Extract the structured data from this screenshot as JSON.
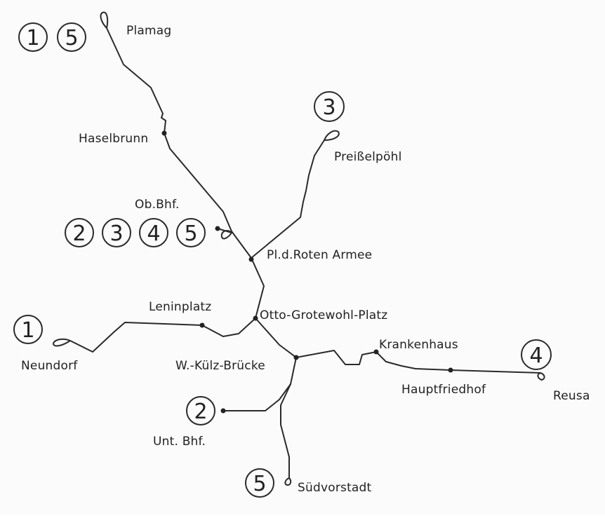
{
  "stations": {
    "plamag": "Plamag",
    "haselbrunn": "Haselbrunn",
    "preisselpoehl": "Preißelpöhl",
    "ob_bhf": "Ob.Bhf.",
    "pl_roten_armee": "Pl.d.Roten Armee",
    "leninplatz": "Leninplatz",
    "otto_grotewohl": "Otto-Grotewohl-Platz",
    "neundorf": "Neundorf",
    "kuelz_bruecke": "W.-Külz-Brücke",
    "krankenhaus": "Krankenhaus",
    "hauptfriedhof": "Hauptfriedhof",
    "reusa": "Reusa",
    "unt_bhf": "Unt. Bhf.",
    "suedvorstadt": "Südvorstadt"
  },
  "line_badges": {
    "plamag": [
      "1",
      "5"
    ],
    "preisselpoehl": [
      "3"
    ],
    "ob_bhf": [
      "2",
      "3",
      "4",
      "5"
    ],
    "neundorf": [
      "1"
    ],
    "reusa": [
      "4"
    ],
    "unt_bhf": [
      "2"
    ],
    "suedvorstadt": [
      "5"
    ]
  },
  "colors": {
    "line": "#2a2a2a",
    "text": "#222222",
    "background": "#fbfbfb"
  }
}
